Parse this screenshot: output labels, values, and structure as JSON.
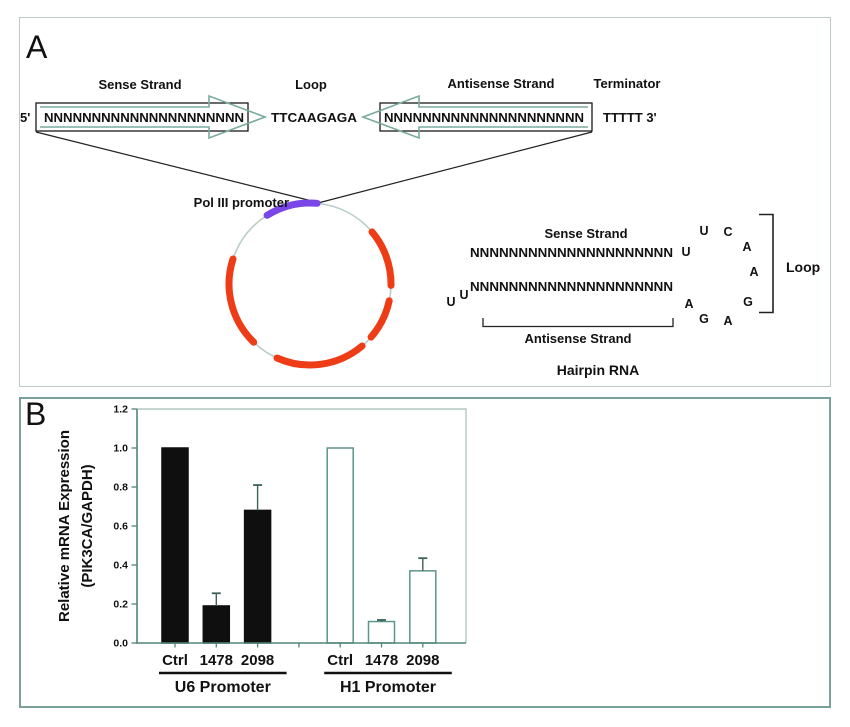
{
  "panel_a": {
    "label": "A",
    "construct": {
      "five_prime": "5'",
      "sense_strand_label": "Sense Strand",
      "loop_label": "Loop",
      "antisense_strand_label": "Antisense Strand",
      "terminator_label": "Terminator",
      "sense_sequence": "NNNNNNNNNNNNNNNNNNNNN",
      "loop_sequence": "TTCAAGAGA",
      "antisense_sequence": "NNNNNNNNNNNNNNNNNNNNN",
      "terminator_sequence": "TTTTT 3'"
    },
    "plasmid": {
      "promoter_label": "Pol III promoter",
      "promoter_color": "#7b46e8",
      "insert_color": "#ee3c17",
      "backbone_color": "#b9cdc7"
    },
    "hairpin": {
      "sense_strand_label": "Sense Strand",
      "top_sequence": "NNNNNNNNNNNNNNNNNNNNN",
      "bottom_sequence": "NNNNNNNNNNNNNNNNNNNNN",
      "overhang_letters": [
        "U",
        "U"
      ],
      "loop_letters": [
        "U",
        "U",
        "C",
        "A",
        "A",
        "G",
        "A",
        "G",
        "A"
      ],
      "loop_label": "Loop",
      "antisense_strand_label": "Antisense Strand",
      "title": "Hairpin RNA"
    }
  },
  "panel_b": {
    "label": "B"
  },
  "chart_data": {
    "type": "bar",
    "ylabel": "Relative mRNA Expression (PIK3CA/GAPDH)",
    "ylabel_line1": "Relative mRNA Expression",
    "ylabel_line2": "(PIK3CA/GAPDH)",
    "ylim": [
      0,
      1.2
    ],
    "yticks": [
      0,
      0.2,
      0.4,
      0.6,
      0.8,
      1.0,
      1.2
    ],
    "grid": false,
    "legend": "none",
    "axis_color": "#50857b",
    "frame_color": "#a3bfb9",
    "error_bar_color": "#3d615b",
    "groups": [
      {
        "label": "U6 Promoter",
        "fill": "#0f0f0f",
        "stroke": "#0f0f0f",
        "categories": [
          "Ctrl",
          "1478",
          "2098"
        ],
        "values": [
          1.0,
          0.19,
          0.68
        ],
        "errors": [
          0,
          0.065,
          0.13
        ]
      },
      {
        "label": "H1 Promoter",
        "fill": "#ffffff",
        "stroke": "#5d948b",
        "categories": [
          "Ctrl",
          "1478",
          "2098"
        ],
        "values": [
          1.0,
          0.11,
          0.37
        ],
        "errors": [
          0,
          0.008,
          0.065
        ]
      }
    ]
  }
}
